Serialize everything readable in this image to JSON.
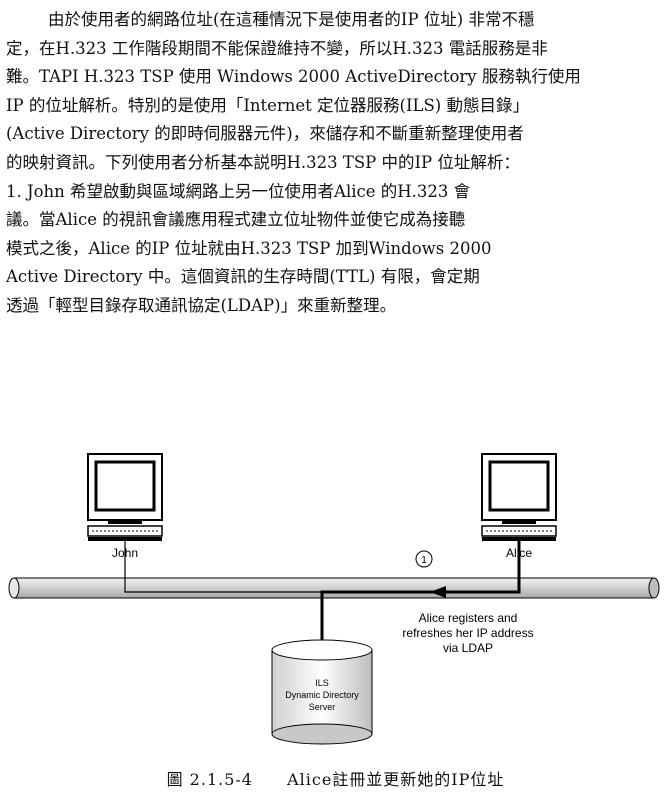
{
  "paragraph": {
    "lines": [
      "由於使用者的網路位址(在這種情況下是使用者的IP 位址) 非常不穩",
      "定，在H.323 工作階段期間不能保證維持不變，所以H.323 電話服務是非",
      "難。TAPI H.323 TSP 使用 Windows 2000 ActiveDirectory 服務執行使用",
      "IP 的位址解析。特別的是使用「Internet 定位器服務(ILS) 動態目錄」",
      "(Active Directory 的即時伺服器元件)，來儲存和不斷重新整理使用者",
      "的映射資訊。下列使用者分析基本説明H.323 TSP 中的IP 位址解析：",
      "1. John 希望啟動與區域網路上另一位使用者Alice 的H.323 會",
      "議。當Alice 的視訊會議應用程式建立位址物件並使它成為接聽",
      "模式之後，Alice 的IP 位址就由H.323 TSP 加到Windows 2000",
      "Active Directory 中。這個資訊的生存時間(TTL) 有限，會定期",
      "透過「輕型目錄存取通訊協定(LDAP)」來重新整理。"
    ]
  },
  "diagram": {
    "left_computer_label": "John",
    "right_computer_label": "Alice",
    "step_number": "1",
    "annotation_lines": [
      "Alice registers and",
      "refreshes her IP address",
      "via LDAP"
    ],
    "server_label_lines": [
      "ILS",
      "Dynamic Directory",
      "Server"
    ]
  },
  "caption": {
    "figure_number": "圖 2.1.5-4",
    "text": "Alice註冊並更新她的IP位址"
  },
  "colors": {
    "pipe_fill": "#d9d9d9",
    "line": "#000000"
  }
}
